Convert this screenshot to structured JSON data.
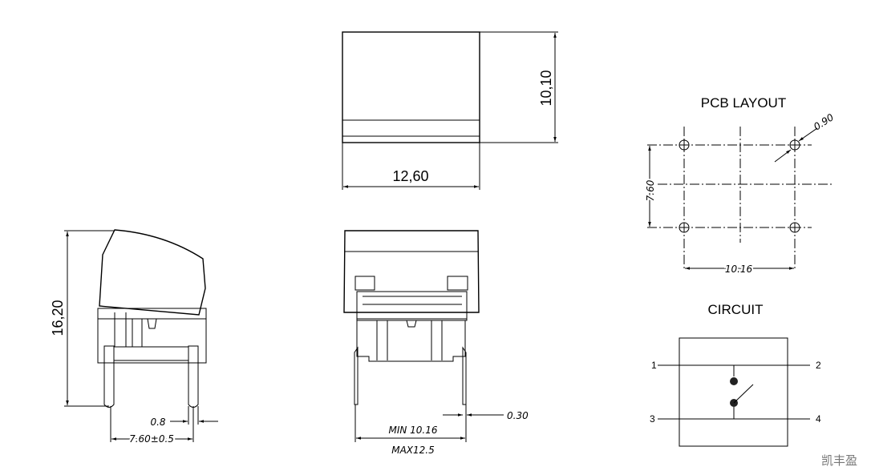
{
  "top_view": {
    "width_label": "12,60",
    "height_label": "10,10"
  },
  "side_view": {
    "height_label": "16,20",
    "pin_width_label": "0.8",
    "pin_pitch_label": "7.60±0.5"
  },
  "front_view": {
    "min_label": "MIN 10.16",
    "max_label": "MAX12.5",
    "pin_thickness_label": "0.30"
  },
  "pcb_layout": {
    "title": "PCB  LAYOUT",
    "hole_diameter_label": "0.90",
    "vertical_pitch_label": "7.60",
    "horizontal_pitch_label": "10.16"
  },
  "circuit": {
    "title": "CIRCUIT",
    "pins": [
      "1",
      "2",
      "3",
      "4"
    ]
  },
  "watermark": "凯丰盈"
}
